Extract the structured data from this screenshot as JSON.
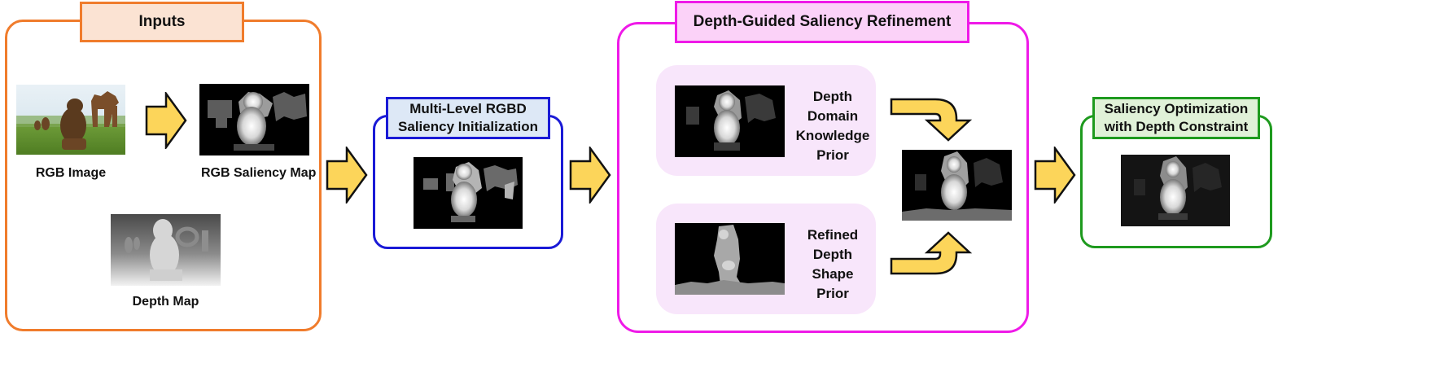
{
  "inputs": {
    "title": "Inputs",
    "rgb_label": "RGB Image",
    "rgb_saliency_label": "RGB Saliency Map",
    "depth_label": "Depth Map"
  },
  "initialization": {
    "title_line1": "Multi-Level RGBD",
    "title_line2": "Saliency Initialization"
  },
  "refinement": {
    "title": "Depth-Guided Saliency Refinement",
    "prior1": [
      "Depth",
      "Domain",
      "Knowledge",
      "Prior"
    ],
    "prior2": [
      "Refined",
      "Depth",
      "Shape",
      "Prior"
    ]
  },
  "optimization": {
    "title_line1": "Saliency Optimization",
    "title_line2": "with Depth Constraint"
  },
  "colors": {
    "inputs": "#f07c2c",
    "inputs_fill": "#fbe3d3",
    "init": "#1a1ad6",
    "init_fill": "#dde8f6",
    "refine": "#ef1ae8",
    "refine_fill": "#fbd2f8",
    "optim": "#1e9a1e",
    "optim_fill": "#e0f1d8",
    "arrow": "#fcd55a"
  }
}
